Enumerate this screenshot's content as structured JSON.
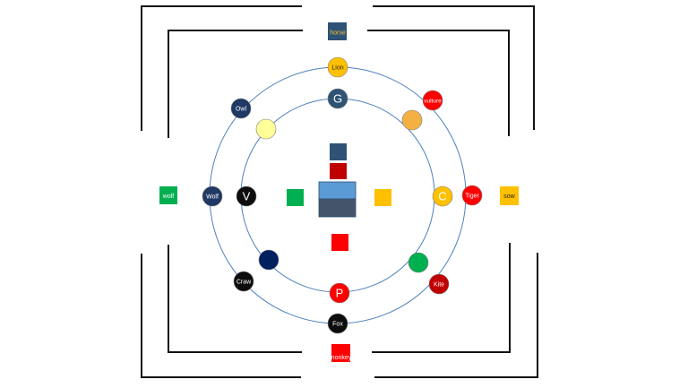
{
  "slide": {
    "outer_squares": {
      "top": {
        "label": "horse",
        "color": "#2e5375",
        "text_color": "#f0c230"
      },
      "right": {
        "label": "sow",
        "color": "#ffc000",
        "text_color": "#1f1f1f"
      },
      "bottom": {
        "label": "monkey",
        "color": "#ff0000",
        "text_color": "#ffffff"
      },
      "left": {
        "label": "wolf",
        "color": "#00b050",
        "text_color": "#ffffff"
      }
    },
    "outer_ring": [
      {
        "label": "Lion",
        "color": "#ffc000",
        "text_color": "#1f1f1f"
      },
      {
        "label": "vulture",
        "color": "#ff0000",
        "text_color": "#ffffff"
      },
      {
        "label": "Tiger",
        "color": "#ff0000",
        "text_color": "#ffffff"
      },
      {
        "label": "Kite",
        "color": "#c00000",
        "text_color": "#ffffff"
      },
      {
        "label": "Fox",
        "color": "#0d0d0d",
        "text_color": "#ffffff"
      },
      {
        "label": "Craw",
        "color": "#0d0d0d",
        "text_color": "#ffffff"
      },
      {
        "label": "Wolf",
        "color": "#1f3864",
        "text_color": "#ffffff"
      },
      {
        "label": "Owl",
        "color": "#1f3864",
        "text_color": "#ffffff"
      }
    ],
    "inner_ring": [
      {
        "label": "G",
        "color": "#2e5375",
        "text_color": "#ffffff"
      },
      {
        "label": "",
        "color": "#f4b042",
        "text_color": "#ffffff"
      },
      {
        "label": "C",
        "color": "#ffc000",
        "text_color": "#ffffff"
      },
      {
        "label": "",
        "color": "#00b050",
        "text_color": "#ffffff"
      },
      {
        "label": "P",
        "color": "#ff0000",
        "text_color": "#ffffff"
      },
      {
        "label": "",
        "color": "#002060",
        "text_color": "#ffffff"
      },
      {
        "label": "V",
        "color": "#0d0d0d",
        "text_color": "#ffffff"
      },
      {
        "label": "",
        "color": "#ffff99",
        "text_color": "#ffffff"
      }
    ],
    "center_squares": {
      "top_navy": "#2e5375",
      "top_red": "#c00000",
      "left": "#00b050",
      "right": "#ffc000",
      "bottom": "#ff0000"
    },
    "center_block": {
      "upper": "#5b9bd5",
      "lower": "#44546a"
    },
    "ring_color": "#4f81bd"
  }
}
